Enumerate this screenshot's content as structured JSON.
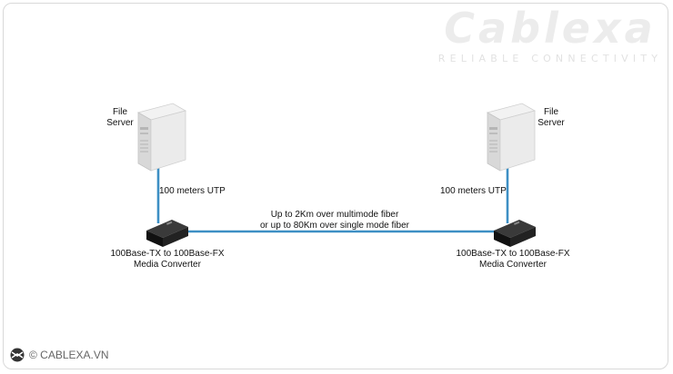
{
  "brand": {
    "name": "Cablexa",
    "tagline": "RELIABLE CONNECTIVITY"
  },
  "diagram": {
    "left_server": {
      "label_line1": "File",
      "label_line2": "Server"
    },
    "right_server": {
      "label_line1": "File",
      "label_line2": "Server"
    },
    "left_utp_label": "100 meters UTP",
    "right_utp_label": "100 meters UTP",
    "fiber_label_line1": "Up to 2Km over multimode fiber",
    "fiber_label_line2": "or up to 80Km over single mode fiber",
    "left_converter": {
      "label_line1": "100Base-TX to 100Base-FX",
      "label_line2": "Media Converter"
    },
    "right_converter": {
      "label_line1": "100Base-TX to 100Base-FX",
      "label_line2": "Media Converter"
    },
    "link_color": "#3d8fc4"
  },
  "footer": {
    "text": "© CABLEXA.VN"
  }
}
